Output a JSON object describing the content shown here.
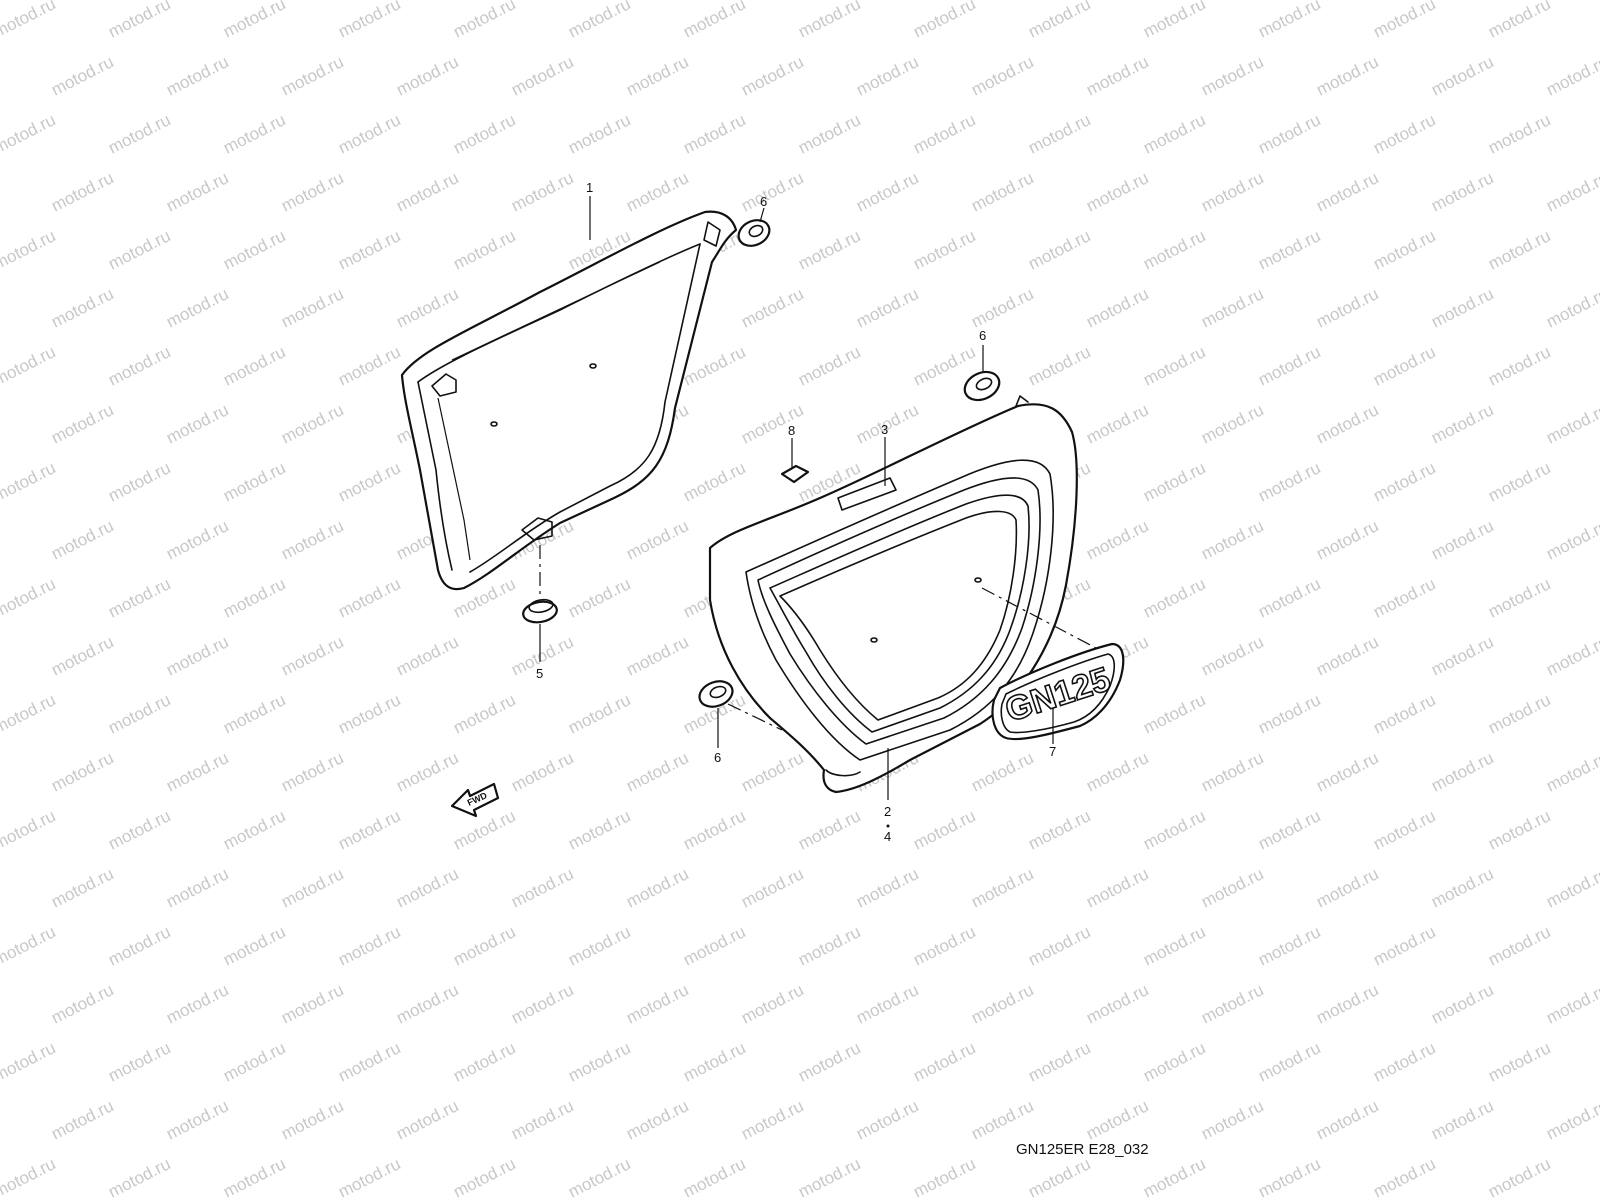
{
  "watermark": "motod.ru",
  "figure_code": "GN125ER E28_032",
  "forward_marker": "FWD",
  "emblem_text": "GN125",
  "callouts": [
    {
      "id": "c1",
      "text": "1"
    },
    {
      "id": "c6a",
      "text": "6"
    },
    {
      "id": "c6b",
      "text": "6"
    },
    {
      "id": "c8",
      "text": "8"
    },
    {
      "id": "c3",
      "text": "3"
    },
    {
      "id": "c5",
      "text": "5"
    },
    {
      "id": "c6c",
      "text": "6"
    },
    {
      "id": "c7",
      "text": "7"
    },
    {
      "id": "c2",
      "text": "2"
    },
    {
      "id": "c4",
      "text": "4"
    }
  ]
}
